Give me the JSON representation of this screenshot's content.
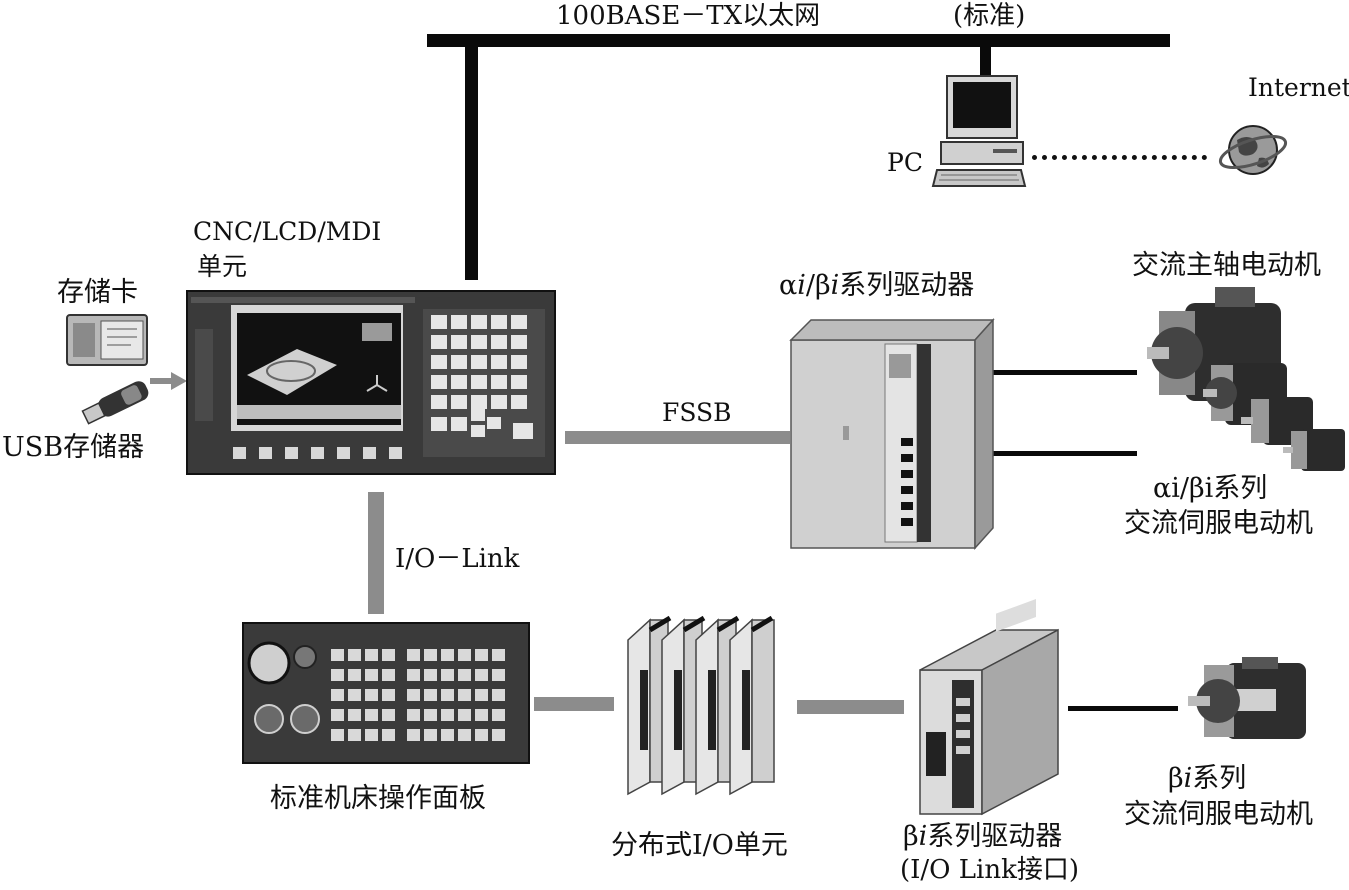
{
  "labels": {
    "ethernet": "100BASE－TX以太网",
    "standard": "(标准)",
    "internet": "Internet",
    "pc": "PC",
    "cnc_line1": "CNC/LCD/MDI",
    "cnc_line2": "单元",
    "memory_card": "存储卡",
    "usb_storage": "USB存储器",
    "ai_bi_driver_prefix": "α",
    "ai_bi_driver_i1": "i",
    "ai_bi_driver_mid": "/β",
    "ai_bi_driver_i2": "i",
    "ai_bi_driver_suffix": "系列驱动器",
    "spindle_motor": "交流主轴电动机",
    "fssb": "FSSB",
    "servo_series": "αi/βi系列",
    "servo_motor": "交流伺服电动机",
    "io_link": "I/O－Link",
    "operator_panel": "标准机床操作面板",
    "distributed_io": "分布式I/O单元",
    "bi_driver_prefix": "β",
    "bi_driver_i": "i",
    "bi_driver_suffix": "系列驱动器",
    "bi_driver_interface": "(I/O Link接口)",
    "bi_motor_prefix": "β",
    "bi_motor_i": "i",
    "bi_motor_suffix": "系列",
    "bi_motor_line2": "交流伺服电动机"
  },
  "colors": {
    "line_dark": "#0a0a0a",
    "line_gray": "#8c8c8c",
    "device_light": "#e2e2e2",
    "device_dark": "#333333"
  },
  "icons": [
    "globe-icon",
    "pc-icon",
    "memory-card-icon",
    "usb-stick-icon",
    "cnc-unit-icon",
    "servo-driver-icon",
    "spindle-motor-icon",
    "operator-panel-icon",
    "io-unit-icon",
    "bi-driver-icon",
    "bi-motor-icon"
  ]
}
